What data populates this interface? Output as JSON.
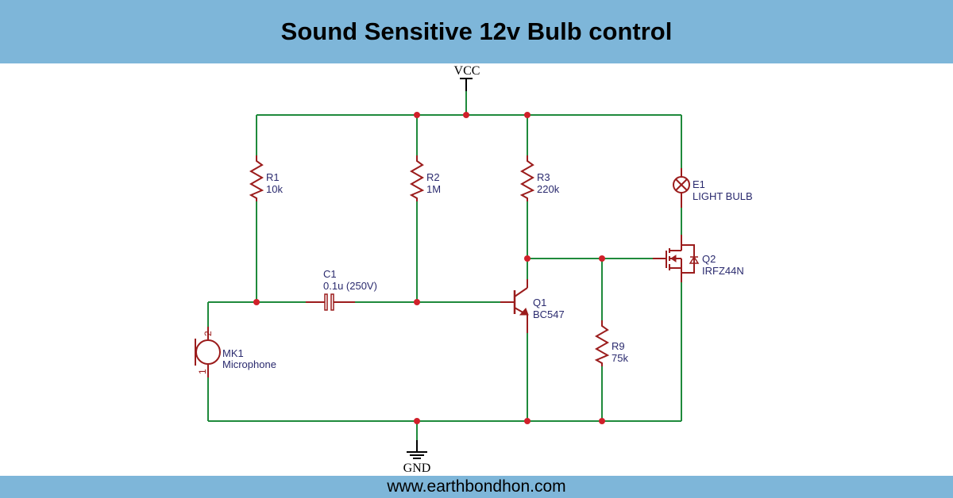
{
  "header": {
    "title": "Sound Sensitive 12v Bulb control"
  },
  "footer": {
    "website": "www.earthbondhon.com"
  },
  "colors": {
    "banner": "#7eb6d9",
    "wire": "#1f8a3c",
    "component": "#9b1c1c",
    "junction": "#d0202a",
    "label": "#2a2a6e"
  },
  "power": {
    "vcc": "VCC",
    "gnd": "GND"
  },
  "components": {
    "r1": {
      "ref": "R1",
      "value": "10k"
    },
    "r2": {
      "ref": "R2",
      "value": "1M"
    },
    "r3": {
      "ref": "R3",
      "value": "220k"
    },
    "r9": {
      "ref": "R9",
      "value": "75k"
    },
    "c1": {
      "ref": "C1",
      "value": "0.1u (250V)"
    },
    "q1": {
      "ref": "Q1",
      "value": "BC547"
    },
    "q2": {
      "ref": "Q2",
      "value": "IRFZ44N"
    },
    "e1": {
      "ref": "E1",
      "value": "LIGHT BULB"
    },
    "mk1": {
      "ref": "MK1",
      "value": "Microphone",
      "pin1": "1",
      "pin2": "2"
    }
  }
}
